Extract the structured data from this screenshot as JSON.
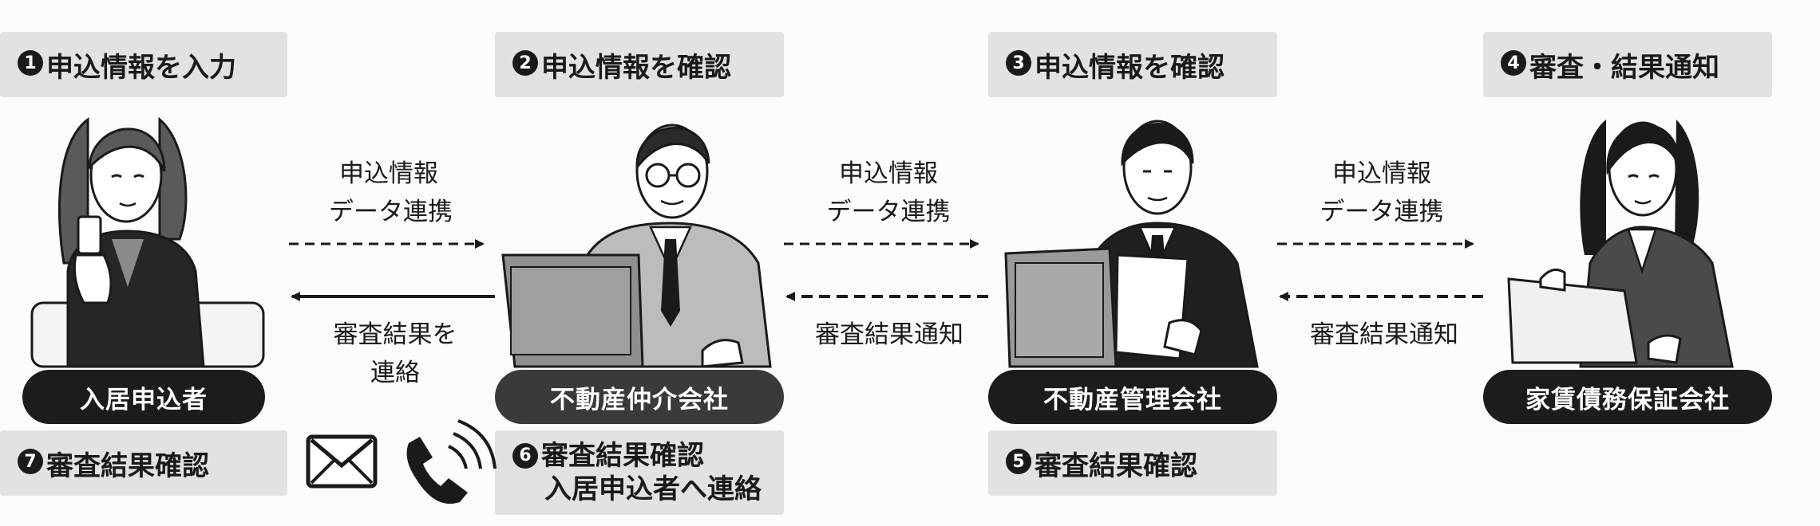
{
  "steps": [
    {
      "num": "1",
      "text": "申込情報を入力"
    },
    {
      "num": "2",
      "text": "申込情報を確認"
    },
    {
      "num": "3",
      "text": "申込情報を確認"
    },
    {
      "num": "4",
      "text": "審査・結果通知"
    },
    {
      "num": "5",
      "text": "審査結果確認"
    },
    {
      "num": "6",
      "text": "審査結果確認",
      "text2": "入居申込者へ連絡"
    },
    {
      "num": "7",
      "text": "審査結果確認"
    }
  ],
  "roles": {
    "applicant": "入居申込者",
    "broker": "不動産仲介会社",
    "manager": "不動産管理会社",
    "guarantor": "家賃債務保証会社"
  },
  "flows": {
    "data_line1": "申込情報",
    "data_line2": "データ連携",
    "notify": "審査結果通知",
    "contact_line1": "審査結果を",
    "contact_line2": "連絡"
  },
  "icons": [
    "mail-icon",
    "phone-icon"
  ],
  "colors": {
    "label_bg": "#e2e2e2",
    "pill_dark": "#1c1c1c",
    "pill_gray": "#3a3a3a"
  }
}
